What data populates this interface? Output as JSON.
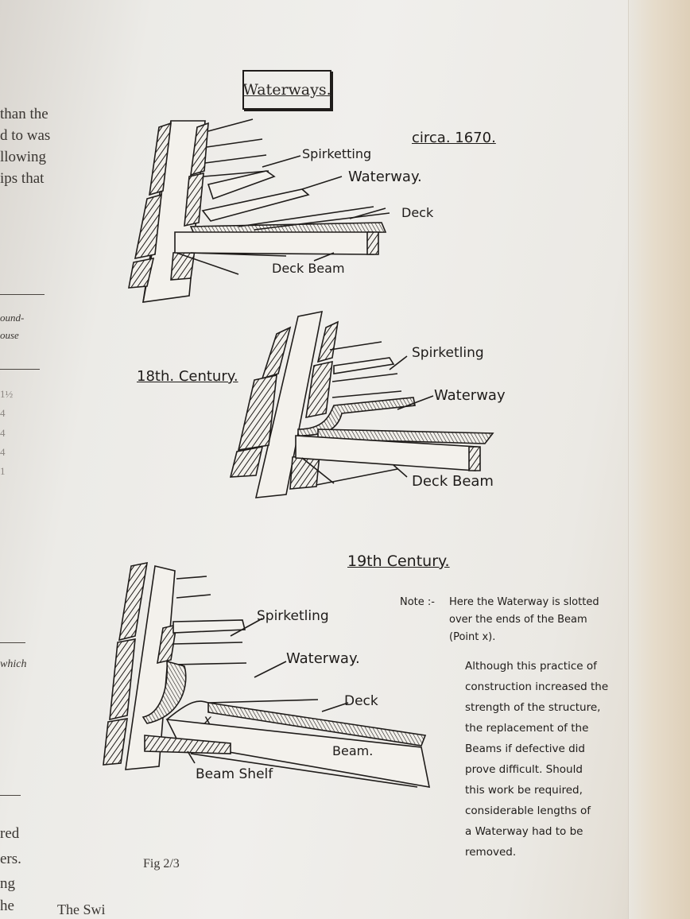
{
  "left_column_fragments": {
    "lines_top": [
      "than the",
      "d to was",
      "llowing",
      "ips that"
    ],
    "table_header": [
      "ound-",
      "ouse"
    ],
    "table_fractions": [
      "1½",
      "4",
      "4",
      "4",
      "1"
    ],
    "which": "which",
    "lines_bottom": [
      "red",
      "ers.",
      "ng",
      "he"
    ]
  },
  "footer_fragment": "The Swi",
  "figure": {
    "title": "Waterways.",
    "circa": "circa. 1670.",
    "caption": "Fig 2/3",
    "d1670": {
      "spirketting": "Spirketting",
      "waterway": "Waterway.",
      "deck": "Deck",
      "deck_beam": "Deck Beam"
    },
    "d18th": {
      "label": "18th. Century.",
      "spirketting": "Spirketling",
      "waterway": "Waterway",
      "deck_beam": "Deck Beam"
    },
    "d19th": {
      "label": "19th Century.",
      "spirketting": "Spirketling",
      "waterway": "Waterway.",
      "deck": "Deck",
      "beam": "Beam.",
      "beam_shelf": "Beam Shelf",
      "point_x": "x"
    },
    "note": {
      "heading": "Note :-",
      "lines": [
        "Here the Waterway is slotted",
        "over the ends of the Beam",
        "(Point x)."
      ],
      "para": [
        "Although this practice of",
        "construction increased the",
        "strength of the structure,",
        "the replacement of the",
        "Beams if defective did",
        "prove difficult. Should",
        "this work be required,",
        "considerable lengths of",
        "a Waterway had to be",
        "removed."
      ]
    }
  }
}
